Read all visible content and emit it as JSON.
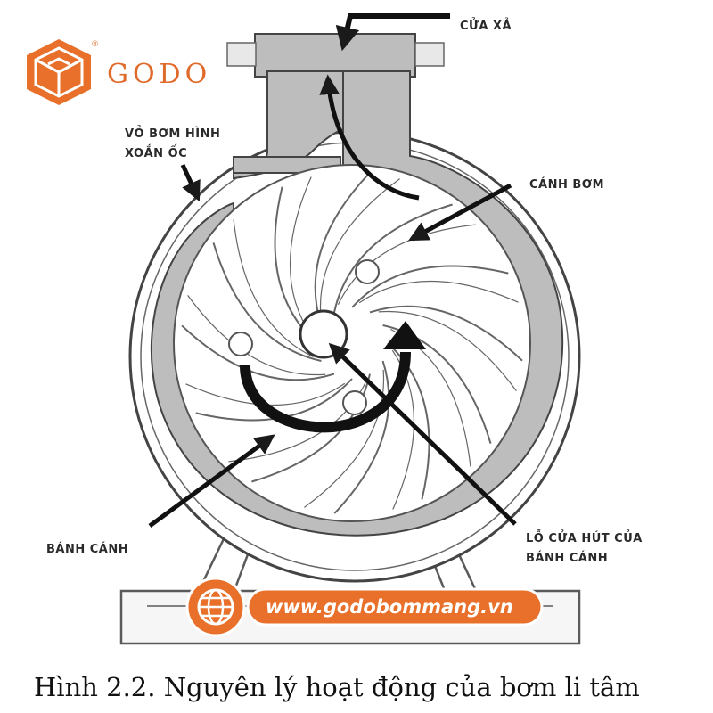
{
  "brand": {
    "name": "GODO",
    "registered_mark": "®",
    "accent_color": "#e8702a",
    "icon": "godo-cube-logo-icon"
  },
  "labels": {
    "discharge": "CỬA XẢ",
    "volute_line1": "VỎ BƠM HÌNH",
    "volute_line2": "XOẮN ỐC",
    "vane": "CÁNH BƠM",
    "impeller": "BÁNH CÁNH",
    "eye_line1": "LỖ CỬA HÚT CỦA",
    "eye_line2": "BÁNH CÁNH"
  },
  "website": {
    "url": "www.godobommang.vn",
    "icon": "globe-icon"
  },
  "caption": "Hình 2.2. Nguyên lý hoạt động của bơm li tâm",
  "colors": {
    "casing_fill": "#b9b9b9",
    "line": "#2b2b2b",
    "url_pill": "#e8702a"
  }
}
